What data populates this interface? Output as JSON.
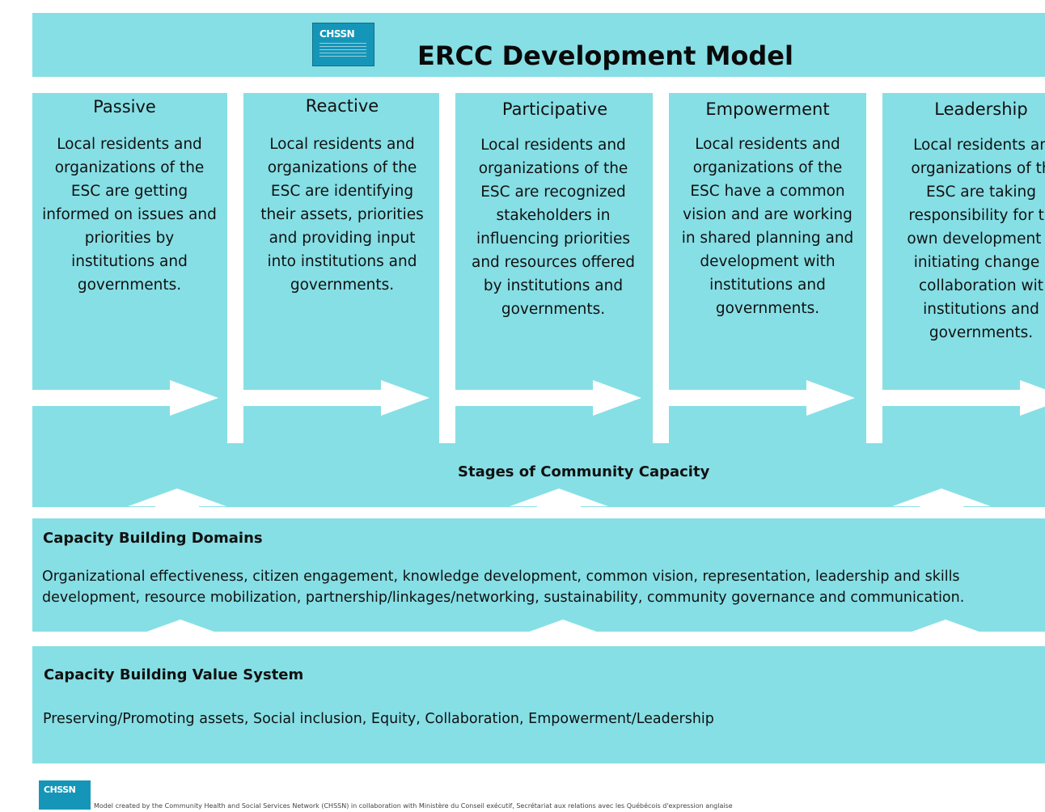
{
  "header": {
    "logo_text": "CHSSN",
    "title": "ERCC Development Model"
  },
  "stages": [
    {
      "title": "Passive",
      "lines": [
        "Local residents and",
        "organizations of the",
        "ESC are getting",
        "informed on issues and",
        "priorities by",
        "institutions and",
        "governments."
      ]
    },
    {
      "title": "Reactive",
      "lines": [
        "Local residents and",
        "organizations of the",
        "ESC are identifying",
        "their assets, priorities",
        "and providing input",
        "into institutions and",
        "governments."
      ]
    },
    {
      "title": "Participative",
      "lines": [
        "Local residents and",
        "organizations of the",
        "ESC are recognized",
        "stakeholders in",
        "influencing priorities",
        "and resources offered",
        "by institutions and",
        "governments."
      ]
    },
    {
      "title": "Empowerment",
      "lines": [
        "Local residents and",
        "organizations of the",
        "ESC have a common",
        "vision and are working",
        "in shared planning and",
        "development with",
        "institutions and",
        "governments."
      ]
    },
    {
      "title": "Leadership",
      "lines": [
        "Local residents an",
        "organizations of th",
        "ESC are taking",
        "responsibility for th",
        "own development a",
        "initiating change i",
        "collaboration wit",
        "institutions and",
        "governments."
      ]
    }
  ],
  "stages_caption": "Stages of Community Capacity",
  "domains": {
    "title": "Capacity Building Domains",
    "line1": "Organizational effectiveness, citizen engagement, knowledge development, common vision, representation, leadership and skills",
    "line2": "development, resource mobilization, partnership/linkages/networking, sustainability, community governance and communication."
  },
  "values": {
    "title": "Capacity Building Value System",
    "text": "Preserving/Promoting assets, Social inclusion, Equity, Collaboration, Empowerment/Leadership"
  },
  "footer": {
    "logo_text": "CHSSN",
    "note": "Model created by the Community Health and Social Services Network (CHSSN) in collaboration with Ministère du Conseil exécutif, Secrétariat aux relations avec les Québécois d'expression anglaise"
  },
  "colors": {
    "band": "#86dfe5",
    "logo": "#1596b8"
  }
}
